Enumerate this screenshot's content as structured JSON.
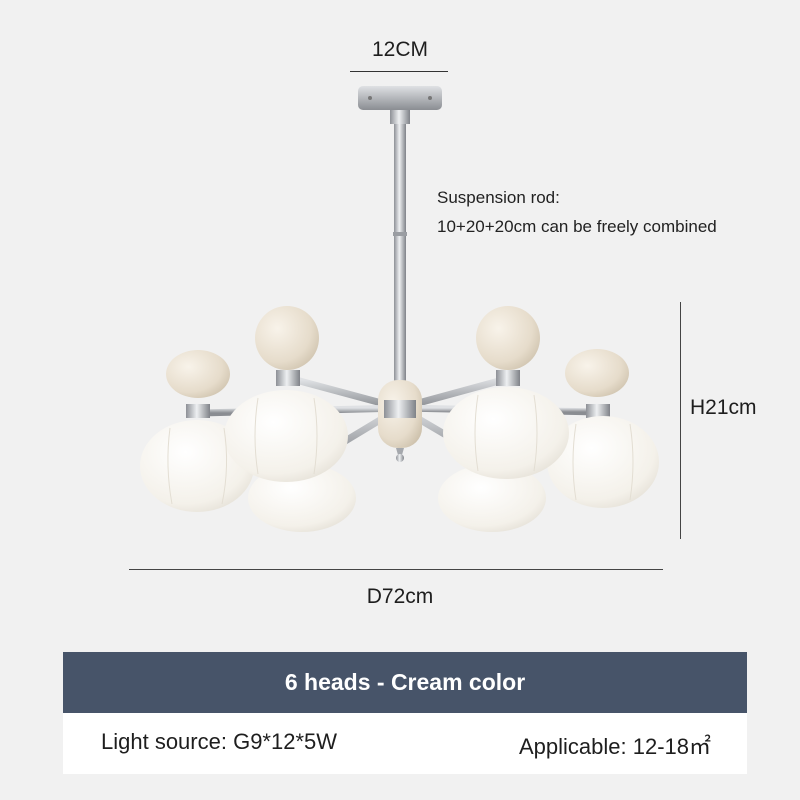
{
  "dimensions": {
    "canopy_width": "12CM",
    "height": "H21cm",
    "diameter": "D72cm"
  },
  "rod_note": {
    "line1": "Suspension rod:",
    "line2": "10+20+20cm can be freely combined"
  },
  "banner": {
    "title": "6 heads - Cream color",
    "background": "#475469"
  },
  "specs": {
    "light_source": "Light source: G9*12*5W",
    "applicable": "Applicable: 12-18㎡"
  },
  "colors": {
    "background": "#f1f1f1",
    "cream": "#ece4d6",
    "chrome": "#b9bcc2",
    "glass": "#fbfaf5"
  },
  "icon": "six-head-cream-chandelier"
}
